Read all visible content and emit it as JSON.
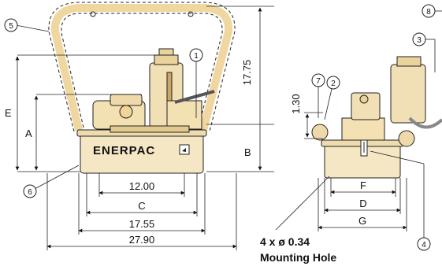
{
  "brand": "ENERPAC",
  "dimensions": {
    "d1200": "12.00",
    "dC": "C",
    "d1755": "17.55",
    "d2790": "27.90",
    "dE": "E",
    "dA": "A",
    "dB": "B",
    "d1775": "17.75",
    "d130": "1.30",
    "dF": "F",
    "dD": "D",
    "dG": "G"
  },
  "callouts": [
    "1",
    "2",
    "3",
    "4",
    "5",
    "6",
    "7",
    "8"
  ],
  "note": {
    "line1": "4 x ø 0.34",
    "line2": "Mounting Hole"
  },
  "colors": {
    "body": "#f5e7c4",
    "cage": "#f3d9a6",
    "line": "#222222"
  }
}
